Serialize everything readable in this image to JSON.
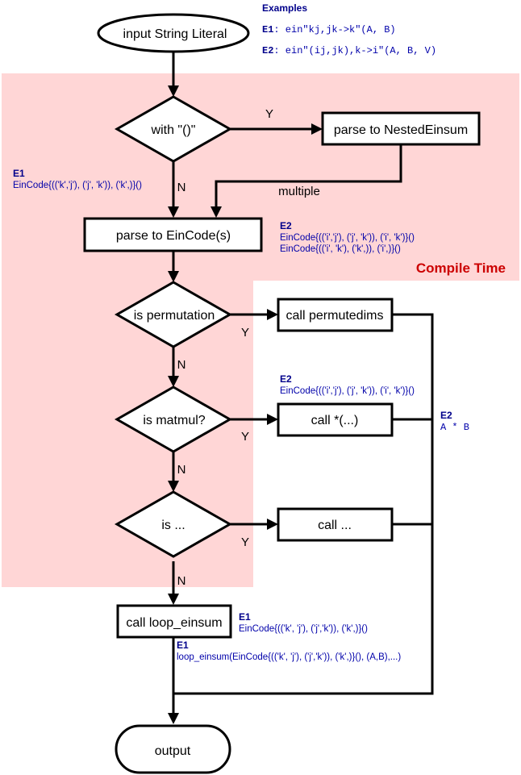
{
  "colors": {
    "region_fill": "#ffd6d6",
    "annotation": "#0000aa",
    "annotation_heading": "#00008b",
    "compile_label": "#cc0000",
    "stroke": "#000000"
  },
  "region": {
    "label": "Compile Time"
  },
  "examples": {
    "heading": "Examples",
    "items": [
      {
        "id": "E1",
        "sep": ":",
        "code": " ein\"kj,jk->k\"(A, B)"
      },
      {
        "id": "E2",
        "sep": ":",
        "code": " ein\"(ij,jk),k->i\"(A, B, V)"
      }
    ]
  },
  "nodes": {
    "input": "input String Literal",
    "with_parens": "with \"()\"",
    "parse_nested": "parse to NestedEinsum",
    "parse_eincode": "parse to EinCode(s)",
    "is_permutation": "is permutation",
    "call_permutedims": "call permutedims",
    "is_matmul": "is matmul?",
    "call_mul": "call *(...)",
    "is_other": "is ...",
    "call_other": "call ...",
    "call_loop_einsum": "call loop_einsum",
    "output": "output"
  },
  "edge_labels": {
    "with_parens_yes": "Y",
    "with_parens_no": "N",
    "nested_multiple": "multiple",
    "permutation_yes": "Y",
    "permutation_no": "N",
    "matmul_yes": "Y",
    "matmul_no": "N",
    "other_yes": "Y",
    "other_no": "N"
  },
  "annotations": {
    "e1_after_check": {
      "id": "E1",
      "lines": [
        "EinCode{(('k','j'), ('j', 'k')), ('k',)}()"
      ]
    },
    "e2_after_parse": {
      "id": "E2",
      "lines": [
        "EinCode{(('i','j'), ('j', 'k')), ('i', 'k')}()",
        "EinCode{(('i', 'k'), ('k',)), ('i',)}()"
      ]
    },
    "e2_matmul": {
      "id": "E2",
      "lines": [
        "EinCode{(('i','j'), ('j', 'k')), ('i', 'k')}()"
      ]
    },
    "e2_result": {
      "id": "E2",
      "lines": [
        "A * B"
      ]
    },
    "e1_loop": {
      "id": "E1",
      "lines": [
        "EinCode{(('k', 'j'), ('j','k')), ('k',)}()"
      ]
    },
    "e1_call": {
      "id": "E1",
      "lines": [
        "loop_einsum(EinCode{(('k', 'j'), ('j','k')), ('k',)}(), (A,B),...)"
      ]
    }
  }
}
